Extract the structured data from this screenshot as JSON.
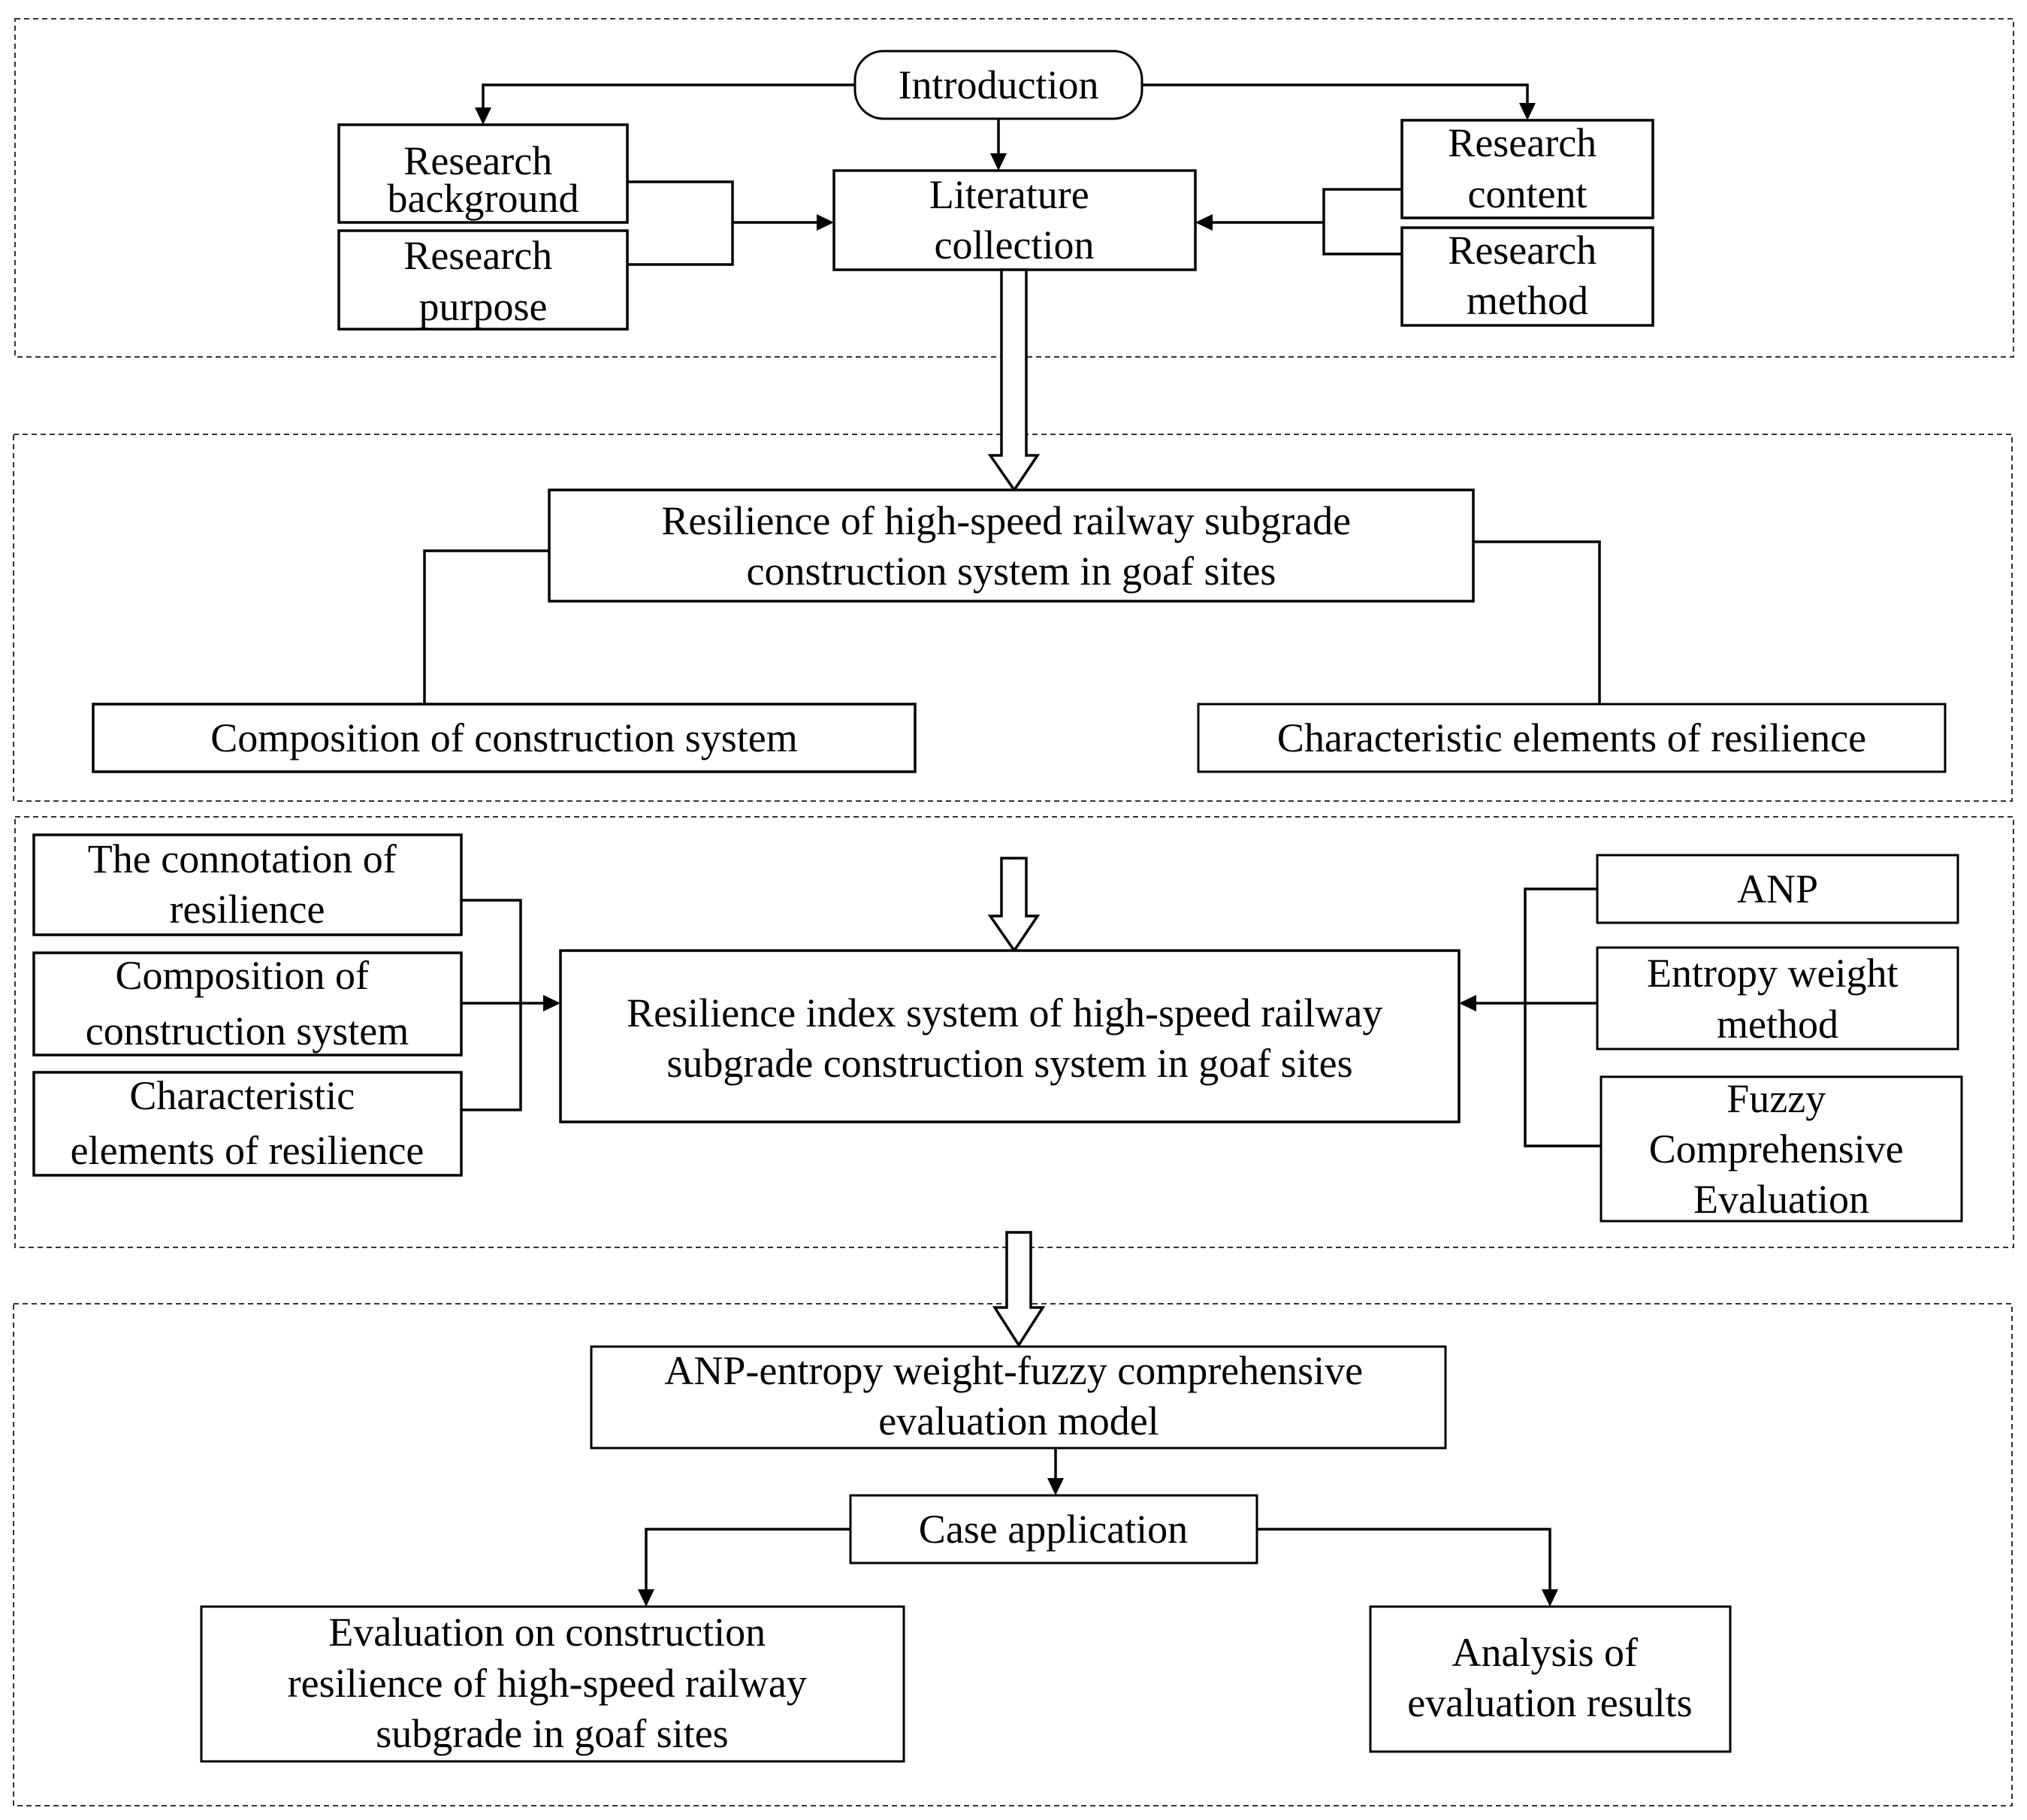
{
  "diagram": {
    "section1": {
      "introduction": "Introduction",
      "research_background": [
        "Research",
        "background"
      ],
      "research_purpose": [
        "Research",
        "purpose"
      ],
      "literature_collection": [
        "Literature",
        "collection"
      ],
      "research_content": [
        "Research",
        "content"
      ],
      "research_method": [
        "Research",
        "method"
      ]
    },
    "section2": {
      "resilience_system": [
        "Resilience of high-speed railway subgrade",
        "construction system in goaf sites"
      ],
      "composition": "Composition of construction system",
      "characteristic": "Characteristic elements of resilience"
    },
    "section3": {
      "connotation": [
        "The connotation of",
        "resilience"
      ],
      "composition": [
        "Composition of",
        "construction system"
      ],
      "characteristic": [
        "Characteristic",
        "elements of resilience"
      ],
      "index_system": [
        "Resilience index system of high-speed railway",
        "subgrade construction system in goaf sites"
      ],
      "anp": "ANP",
      "entropy": [
        "Entropy weight",
        "method"
      ],
      "fuzzy": [
        "Fuzzy",
        "Comprehensive",
        "Evaluation"
      ]
    },
    "section4": {
      "model": [
        "ANP-entropy weight-fuzzy comprehensive",
        "evaluation model"
      ],
      "case": "Case application",
      "evaluation": [
        "Evaluation on construction",
        "resilience of high-speed railway",
        "subgrade in goaf sites"
      ],
      "analysis": [
        "Analysis of",
        "evaluation results"
      ]
    }
  }
}
